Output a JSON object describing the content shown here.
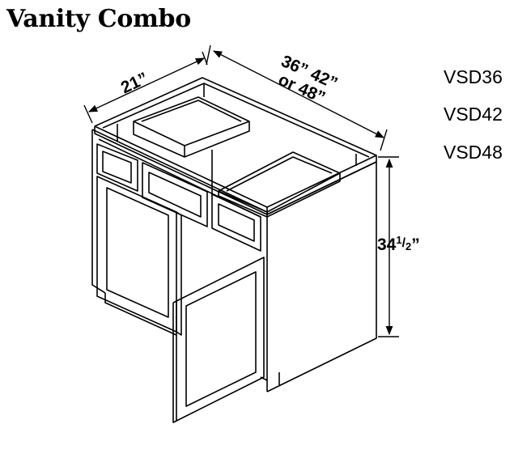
{
  "title": "Vanity Combo",
  "models": [
    "VSD36",
    "VSD42",
    "VSD48"
  ],
  "dimensions": {
    "depth": "21”",
    "width_line1": "36” 42”",
    "width_line2": "or 48”",
    "height_whole": "34",
    "height_num": "1",
    "height_den": "2",
    "height_suffix": "”"
  }
}
